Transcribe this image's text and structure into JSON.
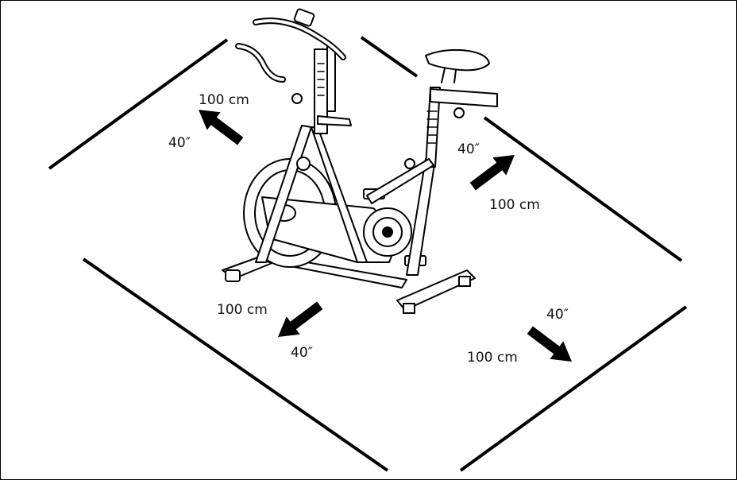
{
  "labels": {
    "back_left_cm": "100 cm",
    "back_left_in": "40″",
    "back_right_cm": "100 cm",
    "back_right_in": "40″",
    "front_left_cm": "100 cm",
    "front_left_in": "40″",
    "front_right_cm": "100 cm",
    "front_right_in": "40″"
  },
  "icons": {
    "bike": "spin-bike-icon",
    "arrow": "arrow-icon"
  },
  "colors": {
    "line": "#000000",
    "background": "#ffffff"
  }
}
